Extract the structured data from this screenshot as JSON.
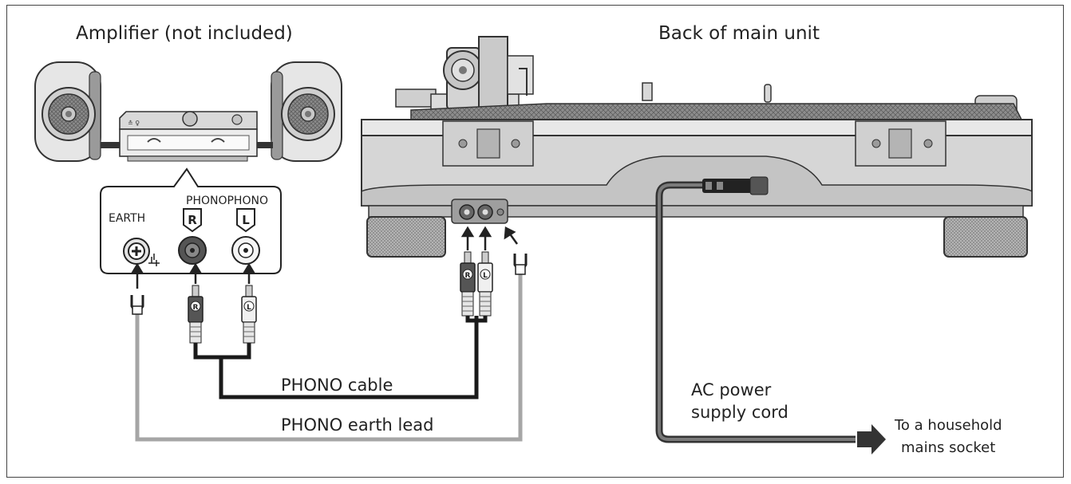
{
  "labels": {
    "amplifier": "Amplifier (not included)",
    "back_of_main_unit": "Back of main unit",
    "earth": "EARTH",
    "phono": "PHONOPHONO",
    "jack_r": "R",
    "jack_l": "L",
    "plug_r": "R",
    "plug_l": "L",
    "phono_cable": "PHONO cable",
    "phono_earth_lead": "PHONO earth lead",
    "ac_cord_line1": "AC power",
    "ac_cord_line2": "supply cord",
    "mains_line1": "To a household",
    "mains_line2": "mains socket"
  },
  "colors": {
    "outline": "#333333",
    "cable": "#1a1a1a",
    "earth_lead": "#a6a6a6",
    "body_gray": "#d2d2d2",
    "dark_gray": "#6e6e6e"
  }
}
